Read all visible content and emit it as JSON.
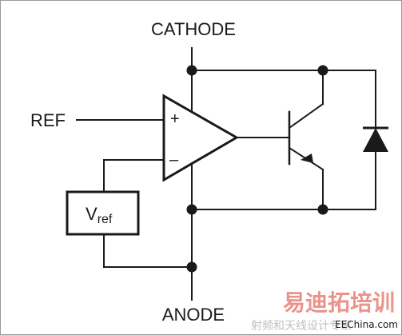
{
  "diagram": {
    "labels": {
      "cathode": "CATHODE",
      "anode": "ANODE",
      "ref": "REF",
      "plus": "+",
      "minus": "–",
      "vref_main": "V",
      "vref_sub": "ref"
    },
    "colors": {
      "line": "#1a1a1a",
      "background": "#ffffff",
      "frame": "#9a9a9a",
      "watermark_big": "#d93a2b",
      "watermark_small": "#8a8a8a"
    }
  },
  "watermark": {
    "main": "易迪拓培训",
    "sub": "射频和天线设计专家",
    "site": "EEChina.com"
  }
}
